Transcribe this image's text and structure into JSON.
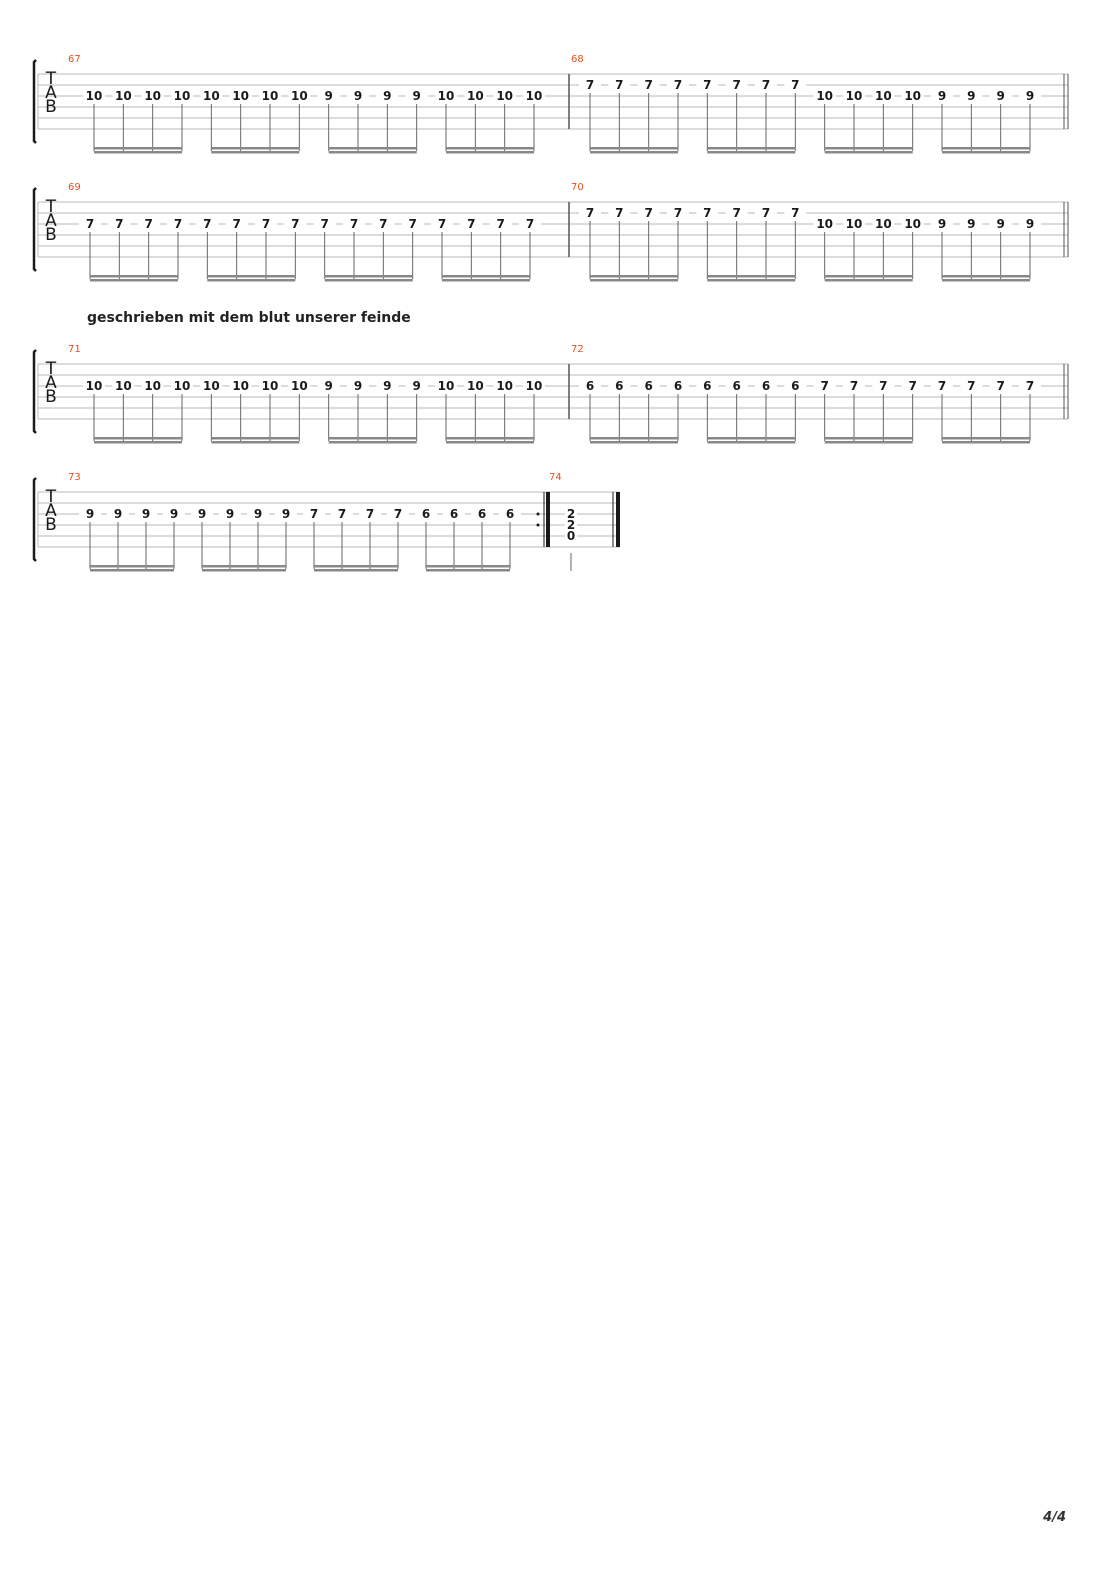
{
  "page": {
    "number": "4/4"
  },
  "lyric": "geschrieben mit dem blut unserer feinde",
  "clef": {
    "t": "T",
    "a": "A",
    "b": "B"
  },
  "systems": [
    {
      "measures": [
        {
          "number": "67",
          "beats": [
            [
              "10"
            ],
            [
              "10"
            ],
            [
              "10"
            ],
            [
              "10"
            ],
            [
              "10"
            ],
            [
              "10"
            ],
            [
              "10"
            ],
            [
              "10"
            ],
            [
              "9"
            ],
            [
              "9"
            ],
            [
              "9"
            ],
            [
              "9"
            ],
            [
              "10"
            ],
            [
              "10"
            ],
            [
              "10"
            ],
            [
              "10"
            ]
          ],
          "string": 3
        },
        {
          "number": "68",
          "beats": [
            [
              "7"
            ],
            [
              "7"
            ],
            [
              "7"
            ],
            [
              "7"
            ],
            [
              "7"
            ],
            [
              "7"
            ],
            [
              "7"
            ],
            [
              "7"
            ],
            [
              "10"
            ],
            [
              "10"
            ],
            [
              "10"
            ],
            [
              "10"
            ],
            [
              "9"
            ],
            [
              "9"
            ],
            [
              "9"
            ],
            [
              "9"
            ]
          ],
          "strings": [
            2,
            2,
            2,
            2,
            2,
            2,
            2,
            2,
            3,
            3,
            3,
            3,
            3,
            3,
            3,
            3
          ]
        }
      ]
    },
    {
      "measures": [
        {
          "number": "69",
          "beats": [
            [
              "7"
            ],
            [
              "7"
            ],
            [
              "7"
            ],
            [
              "7"
            ],
            [
              "7"
            ],
            [
              "7"
            ],
            [
              "7"
            ],
            [
              "7"
            ],
            [
              "7"
            ],
            [
              "7"
            ],
            [
              "7"
            ],
            [
              "7"
            ],
            [
              "7"
            ],
            [
              "7"
            ],
            [
              "7"
            ],
            [
              "7"
            ]
          ],
          "string": 3
        },
        {
          "number": "70",
          "beats": [
            [
              "7"
            ],
            [
              "7"
            ],
            [
              "7"
            ],
            [
              "7"
            ],
            [
              "7"
            ],
            [
              "7"
            ],
            [
              "7"
            ],
            [
              "7"
            ],
            [
              "10"
            ],
            [
              "10"
            ],
            [
              "10"
            ],
            [
              "10"
            ],
            [
              "9"
            ],
            [
              "9"
            ],
            [
              "9"
            ],
            [
              "9"
            ]
          ],
          "strings": [
            2,
            2,
            2,
            2,
            2,
            2,
            2,
            2,
            3,
            3,
            3,
            3,
            3,
            3,
            3,
            3
          ]
        }
      ]
    },
    {
      "measures": [
        {
          "number": "71",
          "beats": [
            [
              "10"
            ],
            [
              "10"
            ],
            [
              "10"
            ],
            [
              "10"
            ],
            [
              "10"
            ],
            [
              "10"
            ],
            [
              "10"
            ],
            [
              "10"
            ],
            [
              "9"
            ],
            [
              "9"
            ],
            [
              "9"
            ],
            [
              "9"
            ],
            [
              "10"
            ],
            [
              "10"
            ],
            [
              "10"
            ],
            [
              "10"
            ]
          ],
          "string": 3
        },
        {
          "number": "72",
          "beats": [
            [
              "6"
            ],
            [
              "6"
            ],
            [
              "6"
            ],
            [
              "6"
            ],
            [
              "6"
            ],
            [
              "6"
            ],
            [
              "6"
            ],
            [
              "6"
            ],
            [
              "7"
            ],
            [
              "7"
            ],
            [
              "7"
            ],
            [
              "7"
            ],
            [
              "7"
            ],
            [
              "7"
            ],
            [
              "7"
            ],
            [
              "7"
            ]
          ],
          "string": 3
        }
      ]
    },
    {
      "measures": [
        {
          "number": "73",
          "beats": [
            [
              "9"
            ],
            [
              "9"
            ],
            [
              "9"
            ],
            [
              "9"
            ],
            [
              "9"
            ],
            [
              "9"
            ],
            [
              "9"
            ],
            [
              "9"
            ],
            [
              "7"
            ],
            [
              "7"
            ],
            [
              "7"
            ],
            [
              "7"
            ],
            [
              "6"
            ],
            [
              "6"
            ],
            [
              "6"
            ],
            [
              "6"
            ]
          ],
          "string": 3
        },
        {
          "number": "74",
          "chord": [
            "2",
            "2",
            "0"
          ]
        }
      ]
    }
  ],
  "colors": {
    "measure_number": "#e8501e",
    "staff": "#b8b8b8",
    "ink": "#1a1a1a",
    "beam": "#888888"
  }
}
